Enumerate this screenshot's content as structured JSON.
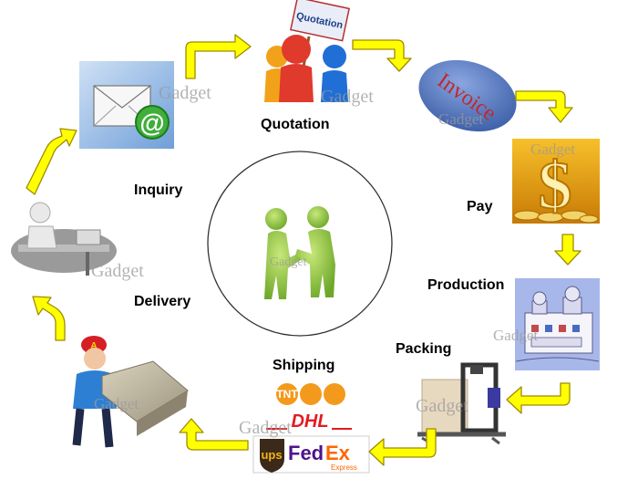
{
  "labels": {
    "quotation": "Quotation",
    "inquiry": "Inquiry",
    "pay": "Pay",
    "production": "Production",
    "delivery": "Delivery",
    "packing": "Packing",
    "shipping": "Shipping"
  },
  "quotation_sign": "Quotation",
  "invoice_text": "Invoice",
  "watermark": "Gadget",
  "carriers": {
    "tnt": "TNT",
    "dhl": "DHL",
    "ups": "ups",
    "fedex_fed": "Fed",
    "fedex_ex": "Ex",
    "fedex_express": "Express"
  },
  "colors": {
    "arrow_fill": "#ffff00",
    "arrow_stroke": "#a08a00",
    "handshake_green": "#8bc53f",
    "invoice_oval": "#5b7fc4",
    "invoice_text": "#c0282d"
  }
}
